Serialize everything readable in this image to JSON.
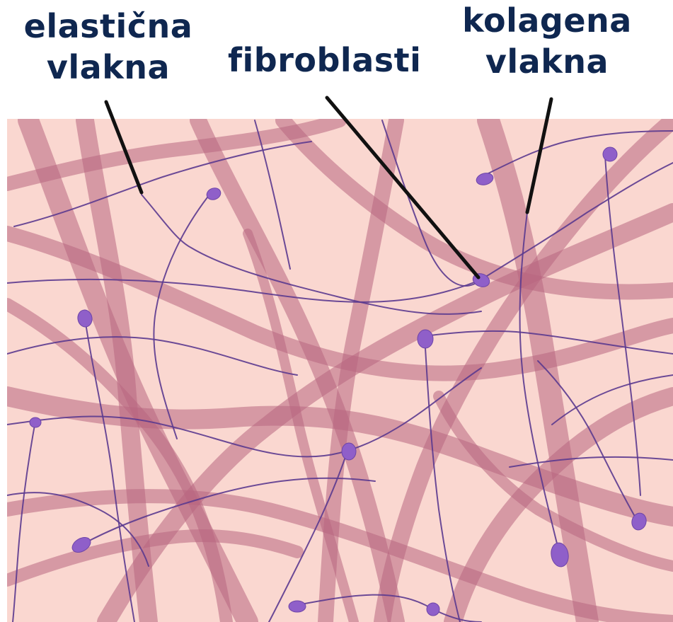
{
  "labels": {
    "elastic_line1": "elastična",
    "elastic_line2": "vlakna",
    "fibroblasts": "fibroblasti",
    "collagen_line1": "kolagena",
    "collagen_line2": "vlakna"
  },
  "colors": {
    "label_text": "#0f2750",
    "tissue_background": "#fad7d0",
    "collagen_fiber": "#b8667f",
    "elastic_fiber": "#5b3a8f",
    "fibroblast_nucleus": "#8f5fc9",
    "leader_line": "#111111"
  }
}
